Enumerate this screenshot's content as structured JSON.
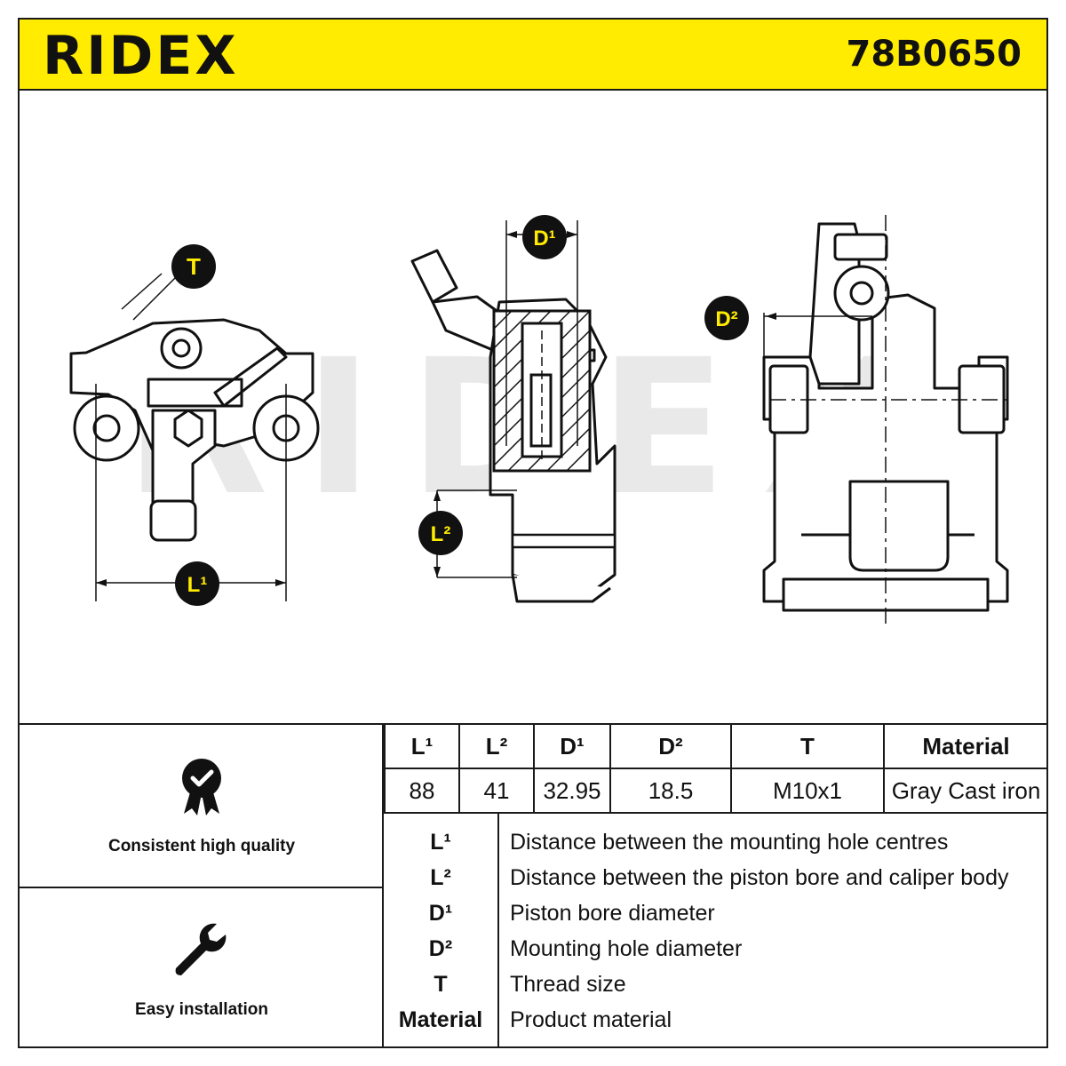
{
  "header": {
    "brand": "RIDEX",
    "part_number": "78B0650"
  },
  "drawing": {
    "watermark": "RIDEX",
    "callouts": {
      "T": "T",
      "L1": "L¹",
      "L2": "L²",
      "D1": "D¹",
      "D2": "D²"
    },
    "callout_color": "#ffec00"
  },
  "features": [
    {
      "icon": "quality-badge-icon",
      "label": "Consistent high quality"
    },
    {
      "icon": "wrench-icon",
      "label": "Easy installation"
    }
  ],
  "spec_table": {
    "headers": [
      "L¹",
      "L²",
      "D¹",
      "D²",
      "T",
      "Material"
    ],
    "values": [
      "88",
      "41",
      "32.95",
      "18.5",
      "M10x1",
      "Gray Cast iron"
    ]
  },
  "legend": [
    {
      "key": "L¹",
      "desc": "Distance between the mounting hole centres"
    },
    {
      "key": "L²",
      "desc": "Distance between the piston bore and caliper body"
    },
    {
      "key": "D¹",
      "desc": "Piston bore diameter"
    },
    {
      "key": "D²",
      "desc": "Mounting hole diameter"
    },
    {
      "key": "T",
      "desc": "Thread size"
    },
    {
      "key": "Material",
      "desc": "Product material"
    }
  ]
}
